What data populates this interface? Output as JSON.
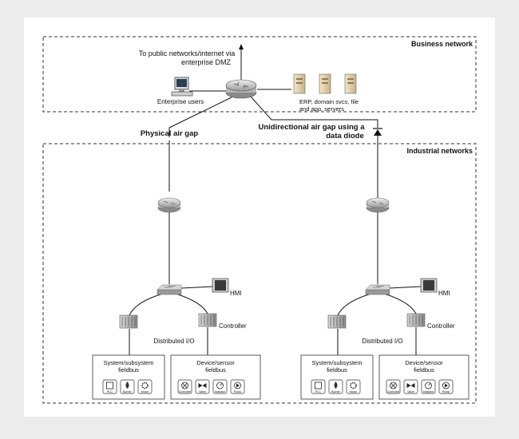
{
  "zones": {
    "business_label": "Business network",
    "industrial_label": "Industrial networks"
  },
  "business": {
    "public_line1": "To public networks/internet via",
    "public_line2": "enterprise DMZ",
    "enterprise_users": "Enterprise users",
    "servers_line1": "ERP, domain svcs, file",
    "servers_line2": "and app. servers"
  },
  "links": {
    "physical_air_gap": "Physical air gap",
    "diode_line1": "Unidirectional air gap using a",
    "diode_line2": "data diode"
  },
  "left_site": {
    "hmi": "HMI",
    "controller": "Controller",
    "distributed_io": "Distributed I/O",
    "system_bus_line1": "System/subsystem",
    "system_bus_line2": "fieldbus",
    "device_bus_line1": "Device/sensor",
    "device_bus_line2": "fieldbus",
    "sys_devices": [
      "PLC",
      "Burner",
      "Motor"
    ],
    "dev_devices": [
      "Controller",
      "Valve",
      "Indicator",
      "Pump"
    ]
  },
  "right_site": {
    "hmi": "HMI",
    "controller": "Controller",
    "distributed_io": "Distributed I/O",
    "system_bus_line1": "System/subsystem",
    "system_bus_line2": "fieldbus",
    "device_bus_line1": "Device/sensor",
    "device_bus_line2": "fieldbus",
    "sys_devices": [
      "PLC",
      "Burner",
      "Motor"
    ],
    "dev_devices": [
      "Controller",
      "Valve",
      "Indicator",
      "Pump"
    ]
  }
}
